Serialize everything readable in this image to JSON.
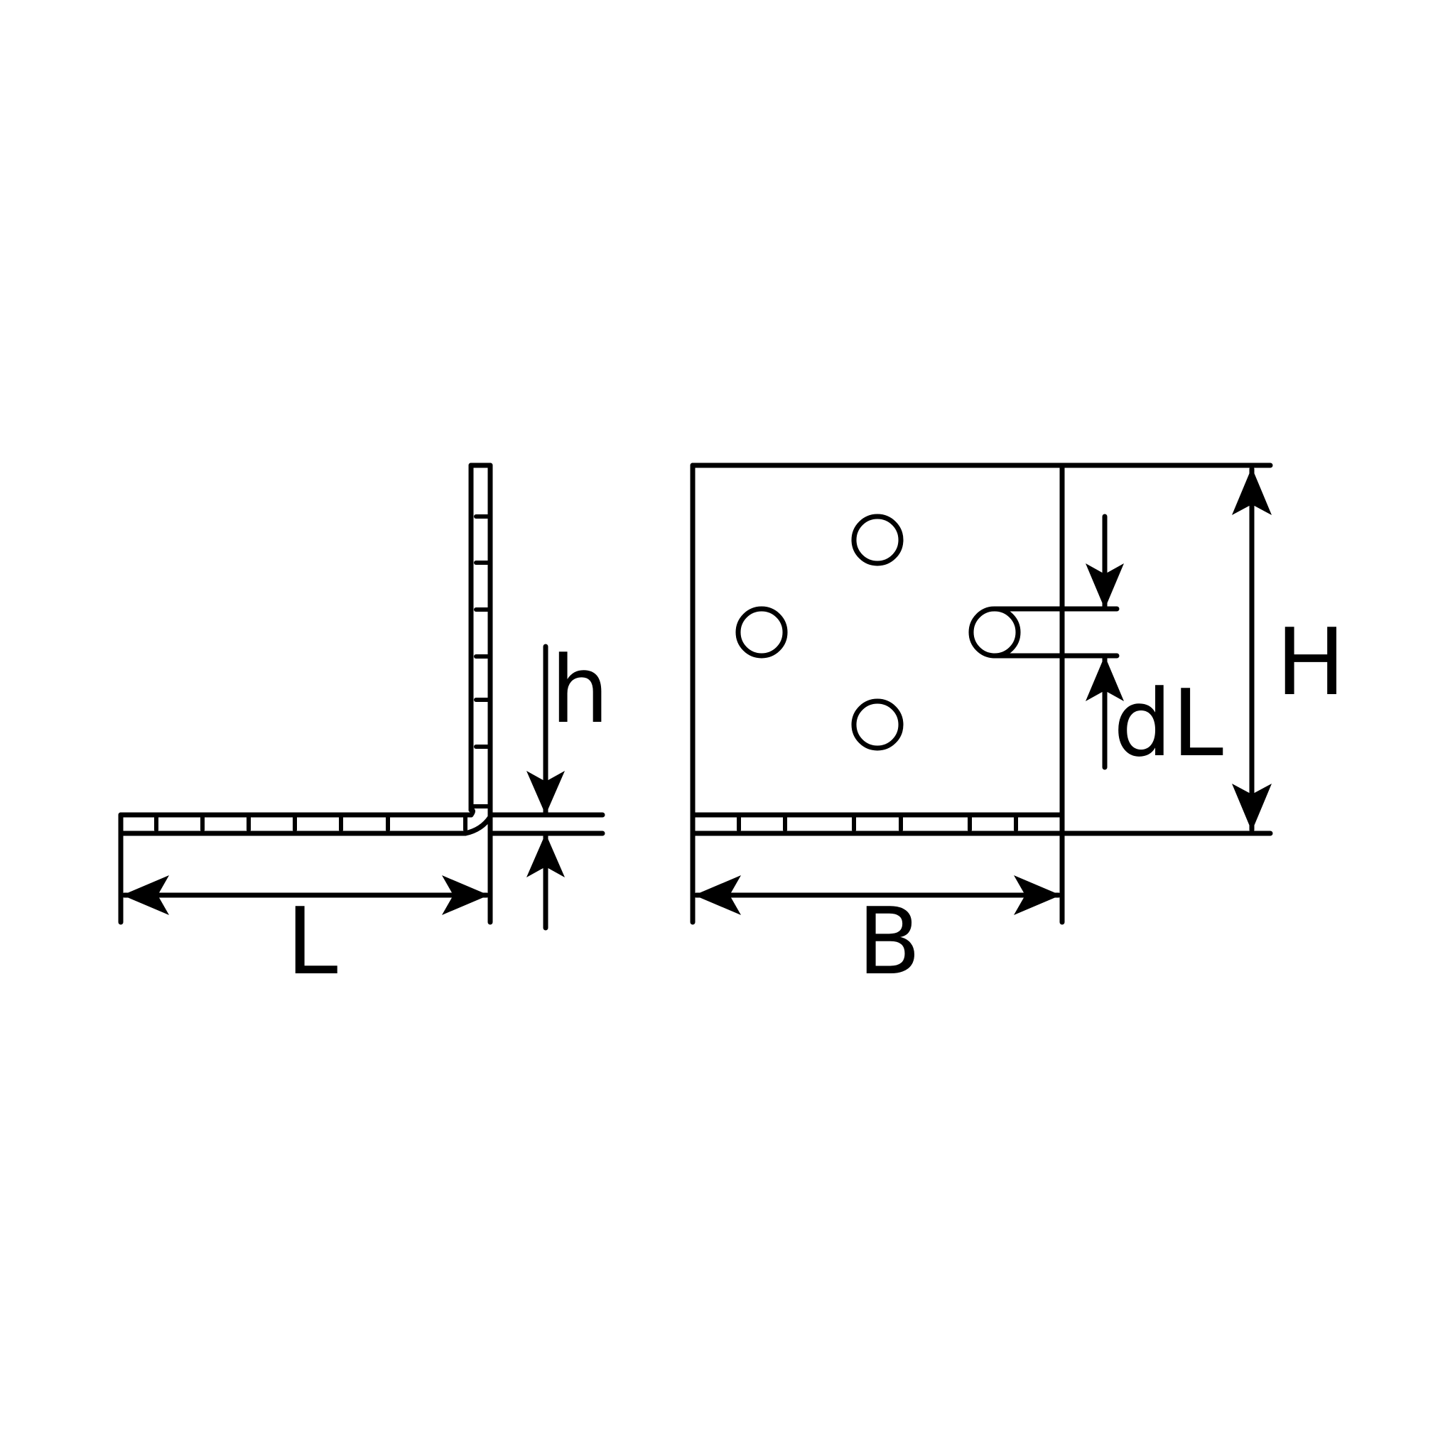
{
  "labels": {
    "length": "L",
    "thickness": "h",
    "width": "B",
    "height": "H",
    "hole_diameter": "dL"
  }
}
